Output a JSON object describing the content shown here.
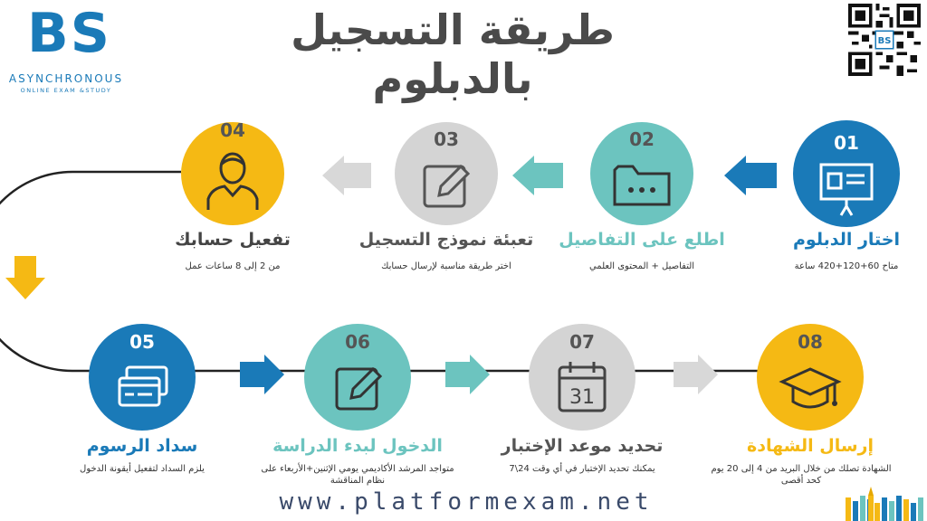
{
  "brand": {
    "logo_text": "BS",
    "line1": "ASYNCHRONOUS",
    "line2": "ONLINE EXAM &STUDY"
  },
  "title": "طريقة التسجيل بالدبلوم",
  "website": "www.platformexam.net",
  "colors": {
    "blue": "#1a7ab8",
    "teal": "#6cc4bf",
    "grey": "#d4d4d4",
    "yellow": "#f5b914",
    "dark_text": "#4a4a4a"
  },
  "steps": [
    {
      "num": "01",
      "title": "اختار الدبلوم",
      "desc": "متاح 60+120+420 ساعة",
      "icon": "presentation-board-icon"
    },
    {
      "num": "02",
      "title": "اطلع على التفاصيل",
      "desc": "التفاصيل + المحتوى العلمي",
      "icon": "folder-icon"
    },
    {
      "num": "03",
      "title": "تعبئة نموذج التسجيل",
      "desc": "اختر طريقة مناسبة لإرسال حسابك",
      "icon": "edit-icon"
    },
    {
      "num": "04",
      "title": "تفعيل حسابك",
      "desc": "من 2 إلى 8 ساعات عمل",
      "icon": "user-icon"
    },
    {
      "num": "05",
      "title": "سداد الرسوم",
      "desc": "يلزم السداد لتفعيل أيقونة الدخول",
      "icon": "credit-card-icon"
    },
    {
      "num": "06",
      "title": "الدخول لبدء الدراسة",
      "desc": "متواجد المرشد الأكاديمي يومي الإثنين+الأربعاء على نظام المناقشة",
      "icon": "edit-icon"
    },
    {
      "num": "07",
      "title": "تحديد موعد الإختبار",
      "desc": "يمكنك تحديد الإختبار في أي وقت 24\\7",
      "icon": "calendar-icon",
      "calendar_day": "31"
    },
    {
      "num": "08",
      "title": "إرسال الشهادة",
      "desc": "الشهادة تصلك من خلال البريد من 4 إلى 20 يوم كحد أقصى",
      "icon": "graduation-cap-icon"
    }
  ]
}
